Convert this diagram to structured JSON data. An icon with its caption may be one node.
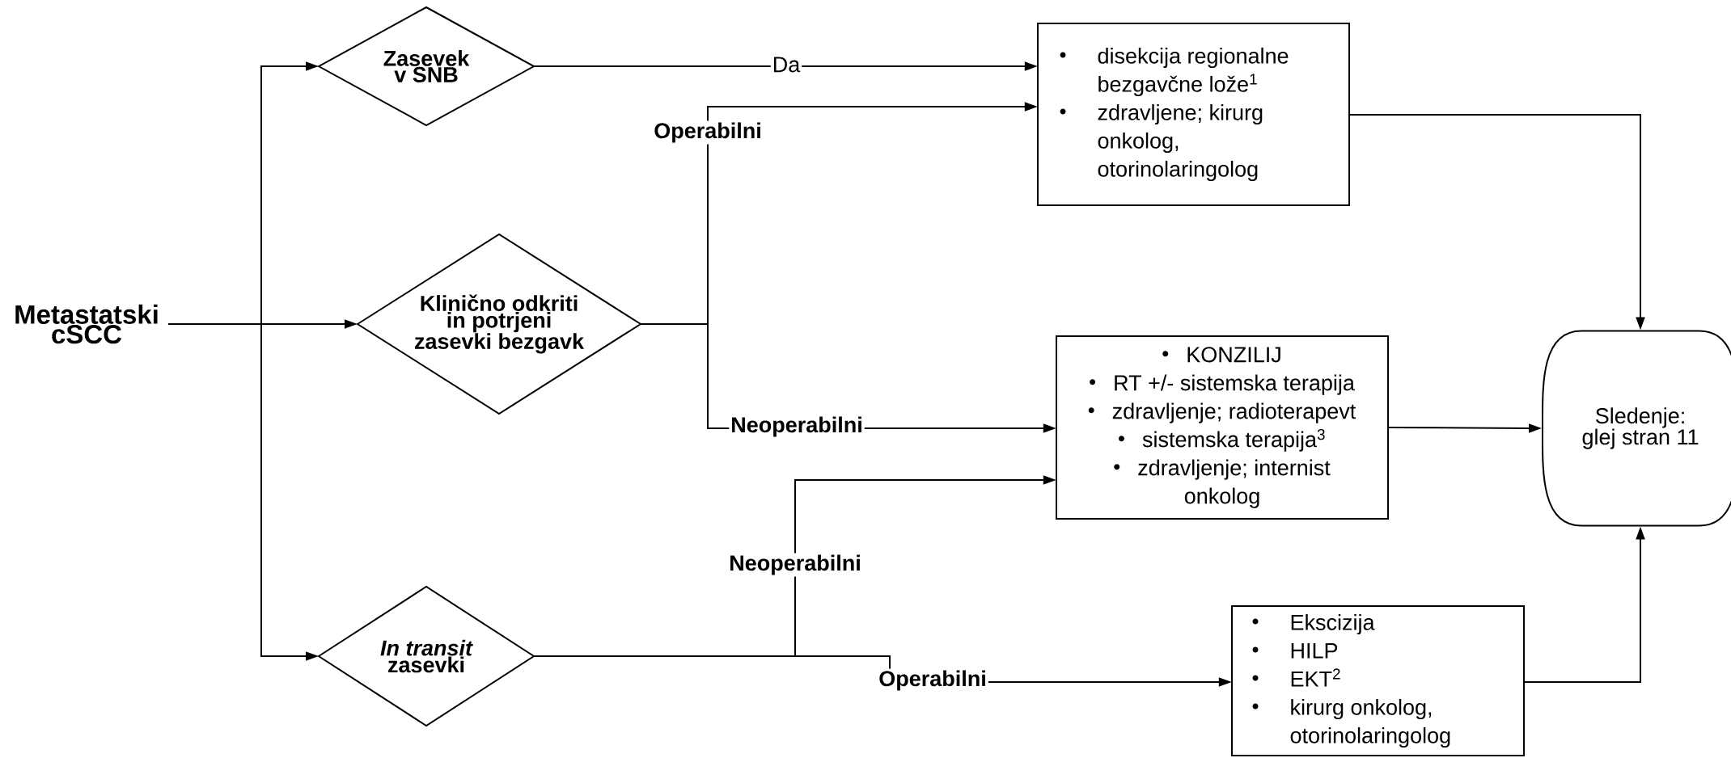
{
  "diagram": {
    "nodes": [
      {
        "text": [
          "Metastatski cSCC"
        ]
      },
      {
        "text": [
          "Zasevek v SNB"
        ]
      },
      {
        "text": [
          "Klinično odkriti in potrjeni zasevki bezgavk"
        ]
      },
      {
        "text": [
          "*In transit* zasevki"
        ]
      },
      {
        "text": [
          "disekcija regionalne bezgavčne lože$^{1}$",
          "zdravljene; kirurg onkolog, otorinolaringolog"
        ]
      },
      {
        "text": [
          "KONZILIJ",
          "RT +/- sistemska terapija",
          "zdravljenje; radioterapevt",
          "sistemska terapija$^{3}$",
          "zdravljenje; internist onkolog"
        ]
      },
      {
        "text": [
          "Ekscizija",
          "HILP",
          "EKT$^{2}$",
          "kirurg onkolog, otorinolaringolog"
        ]
      },
      {
        "text": [
          "Sledenje: glej stran 11"
        ]
      }
    ],
    "edges": [
      {
        "from": 0,
        "to": 1,
        "arrow": "to"
      },
      {
        "from": 0,
        "to": 2,
        "arrow": "to"
      },
      {
        "from": 0,
        "to": 3,
        "arrow": "to"
      },
      {
        "from": 1,
        "to": 4,
        "arrow": "to",
        "label": "Da"
      },
      {
        "from": 2,
        "to": 4,
        "arrow": "to",
        "label": "Operabilni"
      },
      {
        "from": 2,
        "to": 5,
        "arrow": "to",
        "label": "Neoperabilni"
      },
      {
        "from": 3,
        "to": 5,
        "arrow": "to",
        "label": "Neoperabilni"
      },
      {
        "from": 3,
        "to": 6,
        "arrow": "to",
        "label": "Operabilni"
      },
      {
        "from": 4,
        "to": 7,
        "arrow": "to"
      },
      {
        "from": 5,
        "to": 7,
        "arrow": "to"
      },
      {
        "from": 6,
        "to": 7,
        "arrow": "to"
      }
    ]
  }
}
